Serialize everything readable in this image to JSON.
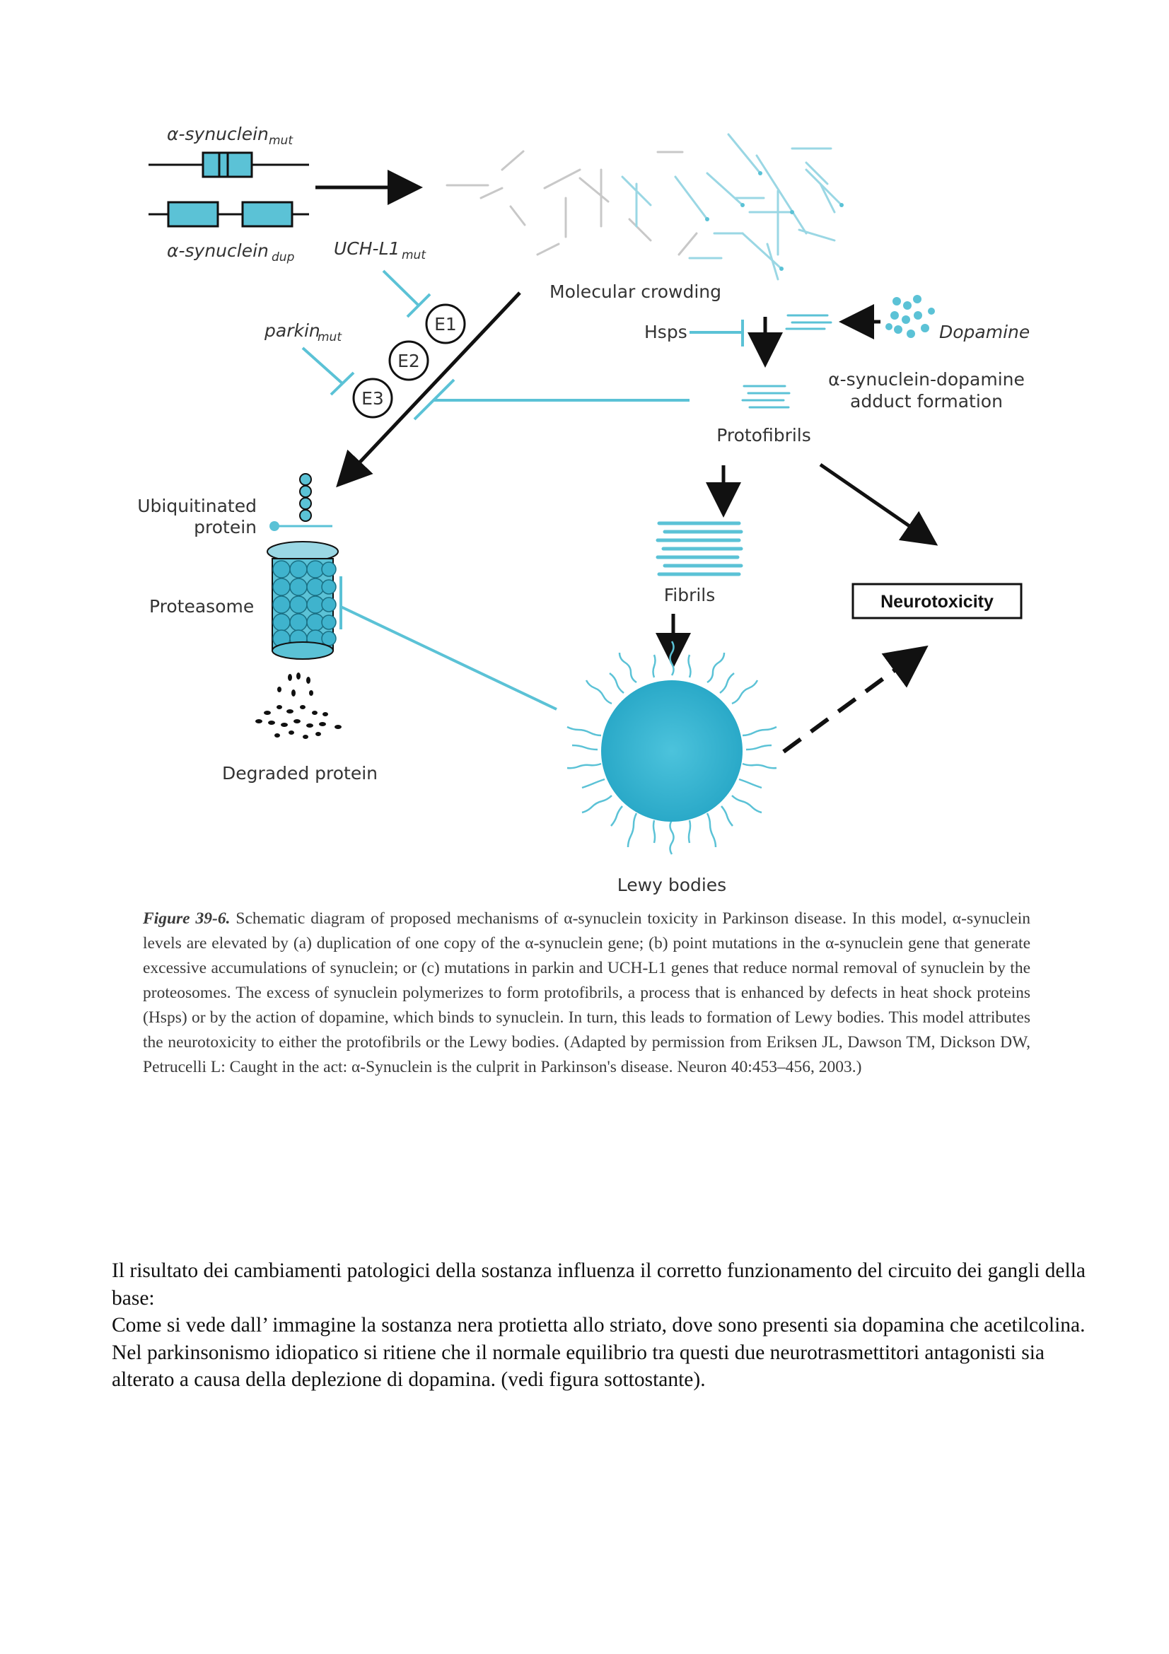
{
  "diagram": {
    "labels": {
      "asyn_mut": "α-synuclein",
      "asyn_mut_sub": "mut",
      "asyn_dup": "α-synuclein",
      "asyn_dup_sub": "dup",
      "uch_l1": "UCH-L1",
      "uch_l1_sub": "mut",
      "parkin": "parkin",
      "parkin_sub": "mut",
      "e1": "E1",
      "e2": "E2",
      "e3": "E3",
      "molecular_crowding": "Molecular crowding",
      "hsps": "Hsps",
      "dopamine": "Dopamine",
      "adduct_line1": "α-synuclein-dopamine",
      "adduct_line2": "adduct formation",
      "protofibrils": "Protofibrils",
      "ubiquitinated_line1": "Ubiquitinated",
      "ubiquitinated_line2": "protein",
      "proteasome": "Proteasome",
      "fibrils": "Fibrils",
      "neurotoxicity": "Neurotoxicity",
      "degraded_protein": "Degraded protein",
      "lewy_bodies": "Lewy bodies"
    },
    "colors": {
      "accent": "#5bc2d6",
      "line": "#111111"
    }
  },
  "caption": {
    "figure_label": "Figure 39-6.",
    "text": "Schematic diagram of proposed mechanisms of α-synuclein toxicity in Parkinson disease. In this model, α-synuclein levels are elevated by (a) duplication of one copy of the α-synuclein gene; (b) point mutations in the α-synuclein gene that generate excessive accumulations of synuclein; or (c) mutations in parkin and UCH-L1 genes that reduce normal removal of synuclein by the proteosomes. The excess of synuclein polymerizes to form protofibrils, a process that is enhanced by defects in heat shock proteins (Hsps) or by the action of dopamine, which binds to synuclein. In turn, this leads to formation of Lewy bodies. This model attributes the neurotoxicity to either the protofibrils or the Lewy bodies. (Adapted by permission from Eriksen JL, Dawson TM, Dickson DW, Petrucelli L: Caught in the act: α-Synuclein is the culprit in Parkinson's disease. Neuron 40:453–456, 2003.)"
  },
  "body": {
    "paragraph1": "Il risultato dei cambiamenti patologici della sostanza influenza il corretto funzionamento del circuito dei gangli della base:",
    "paragraph2": "Come si vede dall’ immagine la sostanza nera protietta allo striato, dove sono presenti sia dopamina che acetilcolina. Nel parkinsonismo idiopatico si ritiene che il normale equilibrio tra questi due neurotrasmettitori antagonisti sia alterato a causa della deplezione di dopamina. (vedi figura sottostante)."
  }
}
